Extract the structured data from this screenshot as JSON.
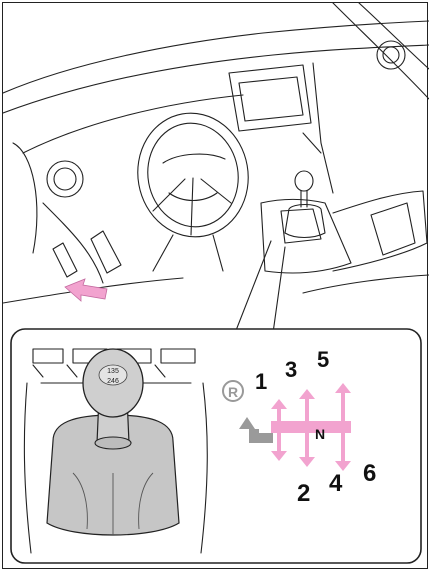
{
  "knob": {
    "row_top": "135",
    "row_bottom": "246"
  },
  "shift_pattern": {
    "reverse": "R",
    "neutral": "N",
    "top_gears": [
      "1",
      "3",
      "5"
    ],
    "bottom_gears": [
      "2",
      "4",
      "6"
    ]
  },
  "colors": {
    "outline": "#222222",
    "shift_arrow": "#f2a3cf",
    "reverse_arrow": "#9a9a9a",
    "locator_arrow": "#f2a3cf",
    "knob_fill": "#cfcfcf",
    "boot_fill": "#c6c6c6"
  }
}
